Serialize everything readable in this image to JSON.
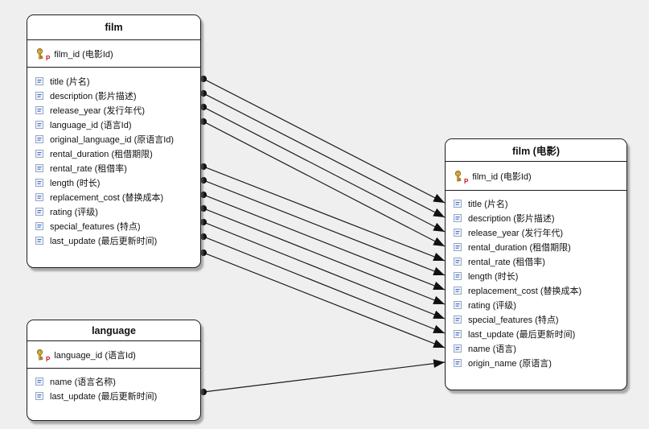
{
  "diagram": {
    "background_color": "#efefef",
    "table_fill_color": "#ffffff",
    "connector_color": "#1b1b1b",
    "pk_marker": "P",
    "icons": {
      "primary_key": "key-icon",
      "field": "field-lines-icon"
    },
    "tables": {
      "film_source": {
        "title": "film",
        "primary_key": "film_id (电影Id)",
        "fields": [
          "title (片名)",
          "description (影片描述)",
          "release_year (发行年代)",
          "language_id (语言Id)",
          "original_language_id (原语言Id)",
          "rental_duration (租借期限)",
          "rental_rate (租借率)",
          "length (时长)",
          "replacement_cost (替换成本)",
          "rating (评级)",
          "special_features (特点)",
          "last_update (最后更新时间)"
        ]
      },
      "language": {
        "title": "language",
        "primary_key": "language_id (语言Id)",
        "fields": [
          "name (语言名称)",
          "last_update (最后更新时间)"
        ]
      },
      "film_target": {
        "title": "film (电影)",
        "primary_key": "film_id (电影Id)",
        "fields": [
          "title (片名)",
          "description (影片描述)",
          "release_year (发行年代)",
          "rental_duration (租借期限)",
          "rental_rate (租借率)",
          "length (时长)",
          "replacement_cost (替换成本)",
          "rating (评级)",
          "special_features (特点)",
          "last_update (最后更新时间)",
          "name (语言)",
          "origin_name (原语言)"
        ]
      }
    },
    "connections": [
      {
        "from_table": "film",
        "to_table": "film (电影)",
        "to_field": "title (片名)"
      },
      {
        "from_table": "film",
        "to_table": "film (电影)",
        "to_field": "description (影片描述)"
      },
      {
        "from_table": "film",
        "to_table": "film (电影)",
        "to_field": "release_year (发行年代)"
      },
      {
        "from_table": "film",
        "to_table": "film (电影)",
        "to_field": "rental_duration (租借期限)"
      },
      {
        "from_table": "film",
        "to_table": "film (电影)",
        "to_field": "rental_rate (租借率)"
      },
      {
        "from_table": "film",
        "to_table": "film (电影)",
        "to_field": "length (时长)"
      },
      {
        "from_table": "film",
        "to_table": "film (电影)",
        "to_field": "replacement_cost (替换成本)"
      },
      {
        "from_table": "film",
        "to_table": "film (电影)",
        "to_field": "rating (评级)"
      },
      {
        "from_table": "film",
        "to_table": "film (电影)",
        "to_field": "special_features (特点)"
      },
      {
        "from_table": "film",
        "to_table": "film (电影)",
        "to_field": "last_update (最后更新时间)"
      },
      {
        "from_table": "film",
        "to_table": "film (电影)",
        "to_field": "name (语言)"
      },
      {
        "from_table": "language",
        "to_table": "film (电影)",
        "to_field": "origin_name (原语言)"
      }
    ]
  }
}
